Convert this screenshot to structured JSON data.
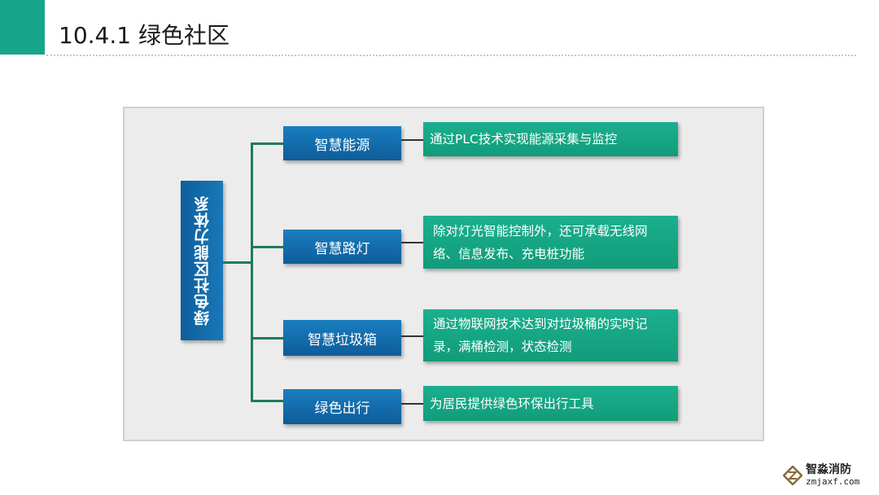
{
  "header": {
    "title": "10.4.1  绿色社区",
    "accent_color": "#17a58b"
  },
  "diagram": {
    "root": "绿色社区能力体系",
    "branches": [
      {
        "label": "智慧能源",
        "desc": "通过PLC技术实现能源采集与监控"
      },
      {
        "label": "智慧路灯",
        "desc": "除对灯光智能控制外，还可承载无线网络、信息发布、充电桩功能"
      },
      {
        "label": "智慧垃圾箱",
        "desc": "通过物联网技术达到对垃圾桶的实时记录，满桶检测，状态检测"
      },
      {
        "label": "绿色出行",
        "desc": "为居民提供绿色环保出行工具"
      }
    ]
  },
  "watermark": {
    "name": "智淼消防",
    "url": "zmjaxf.com"
  }
}
